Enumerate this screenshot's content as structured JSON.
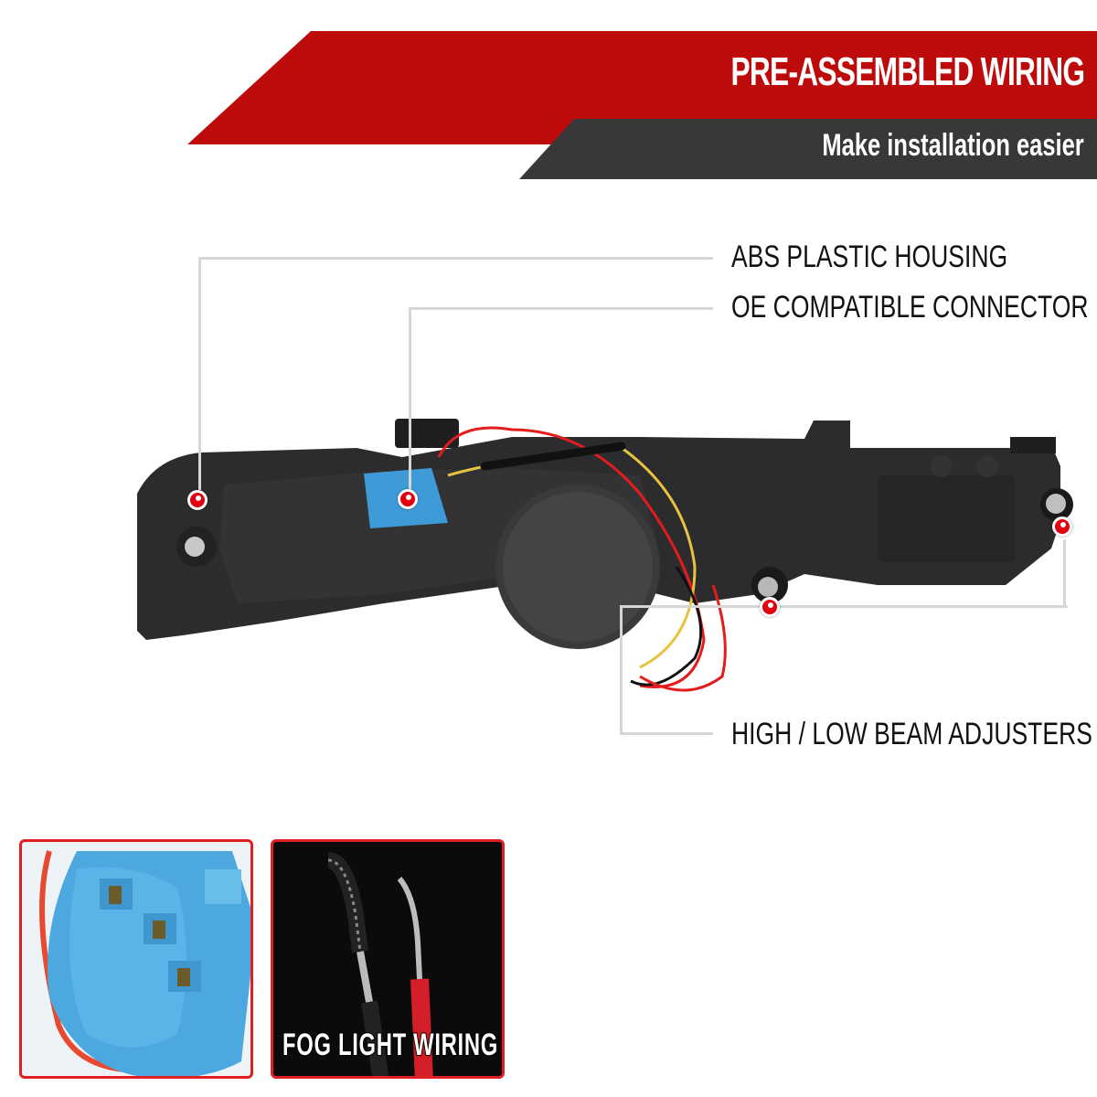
{
  "header": {
    "title": "PRE-ASSEMBLED WIRING",
    "subtitle": "Make installation easier",
    "colors": {
      "red": "#bd0a0a",
      "dark": "#383838"
    }
  },
  "callouts": [
    {
      "label": "ABS PLASTIC HOUSING"
    },
    {
      "label": "OE COMPATIBLE CONNECTOR"
    },
    {
      "label": "HIGH / LOW BEAM ADJUSTERS"
    }
  ],
  "insets": [
    {
      "name": "blue connector closeup",
      "label": ""
    },
    {
      "name": "fog light wiring closeup",
      "label": "FOG LIGHT WIRING"
    }
  ]
}
